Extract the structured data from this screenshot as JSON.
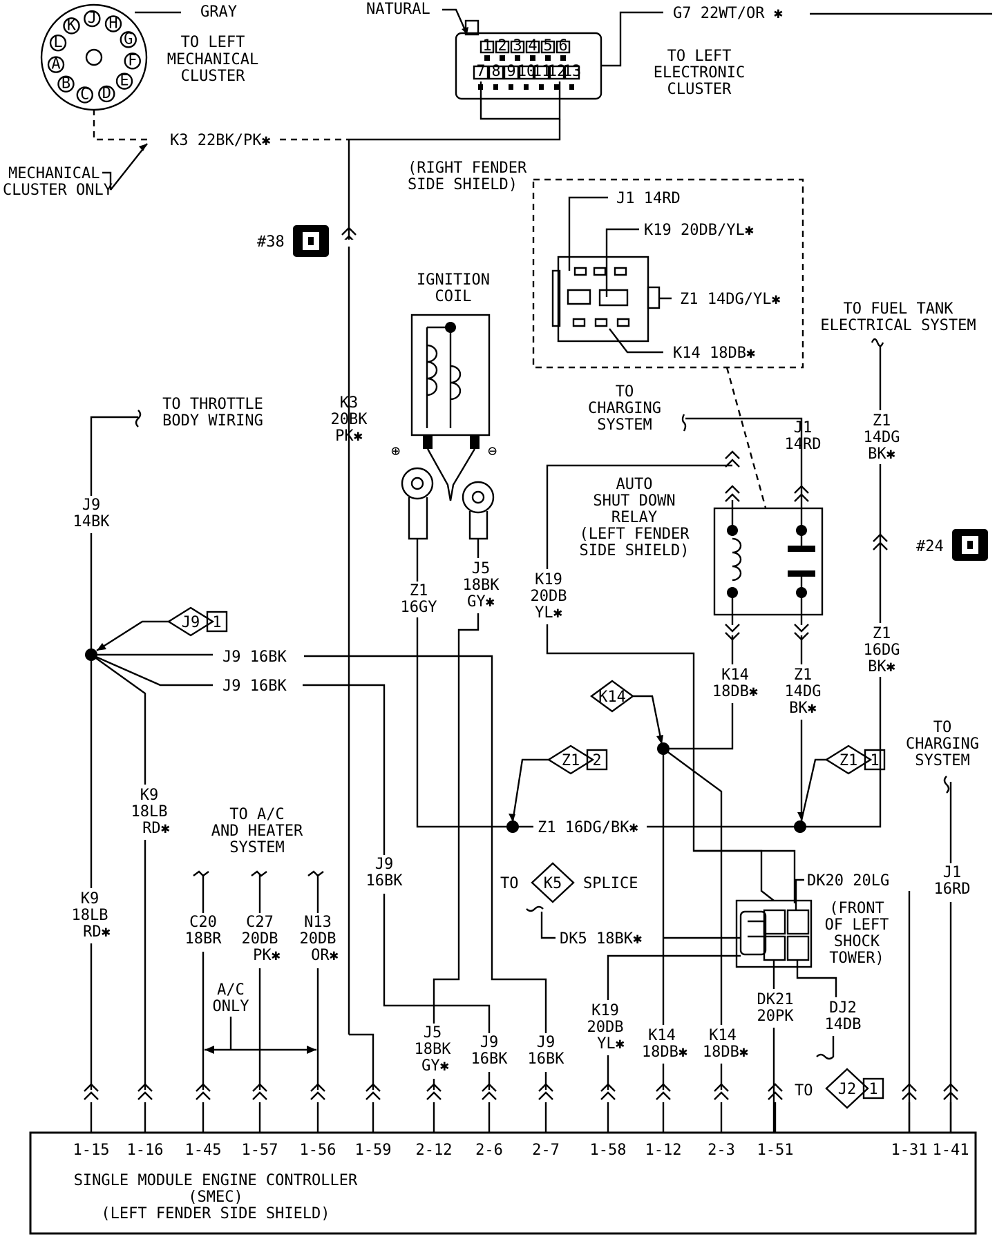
{
  "top": {
    "gray": "GRAY",
    "natural": "NATURAL",
    "to_left_mechanical_cluster": [
      "TO LEFT",
      "MECHANICAL",
      "CLUSTER"
    ],
    "to_left_electronic_cluster": [
      "TO LEFT",
      "ELECTRONIC",
      "CLUSTER"
    ],
    "mechanical_cluster_only": [
      "MECHANICAL",
      "CLUSTER ONLY"
    ],
    "g7_wire": "G7 22WT/OR ✱",
    "k3_22_wire": "K3 22BK/PK✱",
    "round_pins": [
      "H",
      "G",
      "F",
      "E",
      "D",
      "C",
      "B",
      "A",
      "L",
      "K",
      "J"
    ],
    "elec_pins_top": [
      "1",
      "2",
      "3",
      "4",
      "5",
      "6"
    ],
    "elec_pins_bottom": [
      "7",
      "8",
      "9",
      "10",
      "11",
      "12",
      "13"
    ]
  },
  "splices": {
    "s38": "#38",
    "s24": "#24"
  },
  "right_fender": {
    "title": [
      "(RIGHT FENDER",
      "SIDE SHIELD)"
    ],
    "j1": "J1 14RD",
    "k19": "K19 20DB/YL✱",
    "z1": "Z1 14DG/YL✱",
    "k14": "K14 18DB✱"
  },
  "ignition_coil": {
    "title": [
      "IGNITION",
      "COIL"
    ],
    "plus": "⊕",
    "minus": "⊖"
  },
  "fuel_tank": [
    "TO FUEL TANK",
    "ELECTRICAL SYSTEM"
  ],
  "charging_top": [
    "TO",
    "CHARGING",
    "SYSTEM"
  ],
  "charging_right": [
    "TO",
    "CHARGING",
    "SYSTEM"
  ],
  "throttle": [
    "TO THROTTLE",
    "BODY WIRING"
  ],
  "asd_relay": [
    "AUTO",
    "SHUT DOWN",
    "RELAY",
    "(LEFT FENDER",
    "SIDE SHIELD)"
  ],
  "wires": {
    "k3_20": [
      "K3",
      "20BK",
      "PK✱"
    ],
    "j9_14": [
      "J9",
      "14BK"
    ],
    "z1_16gy": [
      "Z1",
      "16GY"
    ],
    "j5_top": [
      "J5",
      "18BK",
      "GY✱"
    ],
    "k19_top": [
      "K19",
      "20DB",
      "YL✱"
    ],
    "j1_14rd": [
      "J1",
      "14RD"
    ],
    "z1_14dg_bk_top": [
      "Z1",
      "14DG",
      "BK✱"
    ],
    "z1_16dg_bk_right": [
      "Z1",
      "16DG",
      "BK✱"
    ],
    "k14_18db_relay": [
      "K14",
      "18DB✱"
    ],
    "z1_14dg_bk_relay": [
      "Z1",
      "14DG",
      "BK✱"
    ],
    "j9_16bk_a": "J9 16BK",
    "j9_16bk_b": "J9 16BK",
    "z1_16dg_bk": "Z1 16DG/BK✱",
    "dk20": "DK20 20LG",
    "dk5": "DK5 18BK✱",
    "front_shock": [
      "(FRONT",
      "OF LEFT",
      "SHOCK",
      "TOWER)"
    ],
    "k9_upper": [
      "K9",
      "18LB",
      "RD✱"
    ],
    "k9_lower": [
      "K9",
      "18LB",
      "RD✱"
    ],
    "ac_heater": [
      "TO A/C",
      "AND HEATER",
      "SYSTEM"
    ],
    "c20": [
      "C20",
      "18BR"
    ],
    "c27": [
      "C27",
      "20DB",
      "PK✱"
    ],
    "n13": [
      "N13",
      "20DB",
      "OR✱"
    ],
    "ac_only": [
      "A/C",
      "ONLY"
    ],
    "j9_16bk_mid": [
      "J9",
      "16BK"
    ],
    "j5_bottom": [
      "J5",
      "18BK",
      "GY✱"
    ],
    "j9_26": [
      "J9",
      "16BK"
    ],
    "j9_27": [
      "J9",
      "16BK"
    ],
    "k19_bottom": [
      "K19",
      "20DB",
      "YL✱"
    ],
    "k14_112": [
      "K14",
      "18DB✱"
    ],
    "k14_23": [
      "K14",
      "18DB✱"
    ],
    "dk21": [
      "DK21",
      "20PK"
    ],
    "dj2": [
      "DJ2",
      "14DB"
    ],
    "j1_16rd": [
      "J1",
      "16RD"
    ],
    "to_k5": "TO",
    "k5": "K5",
    "splice": "SPLICE",
    "to_j2": "TO",
    "j2": "J2",
    "j2_num": "1"
  },
  "tags": {
    "j9": {
      "id": "J9",
      "num": "1"
    },
    "z1_2": {
      "id": "Z1",
      "num": "2"
    },
    "z1_1": {
      "id": "Z1",
      "num": "1"
    },
    "k14": {
      "id": "K14"
    }
  },
  "smec": {
    "pins": [
      "1-15",
      "1-16",
      "1-45",
      "1-57",
      "1-56",
      "1-59",
      "2-12",
      "2-6",
      "2-7",
      "1-58",
      "1-12",
      "2-3",
      "1-51",
      "1-31",
      "1-41"
    ],
    "title": [
      "SINGLE MODULE ENGINE CONTROLLER",
      "(SMEC)",
      "(LEFT FENDER SIDE SHIELD)"
    ]
  }
}
